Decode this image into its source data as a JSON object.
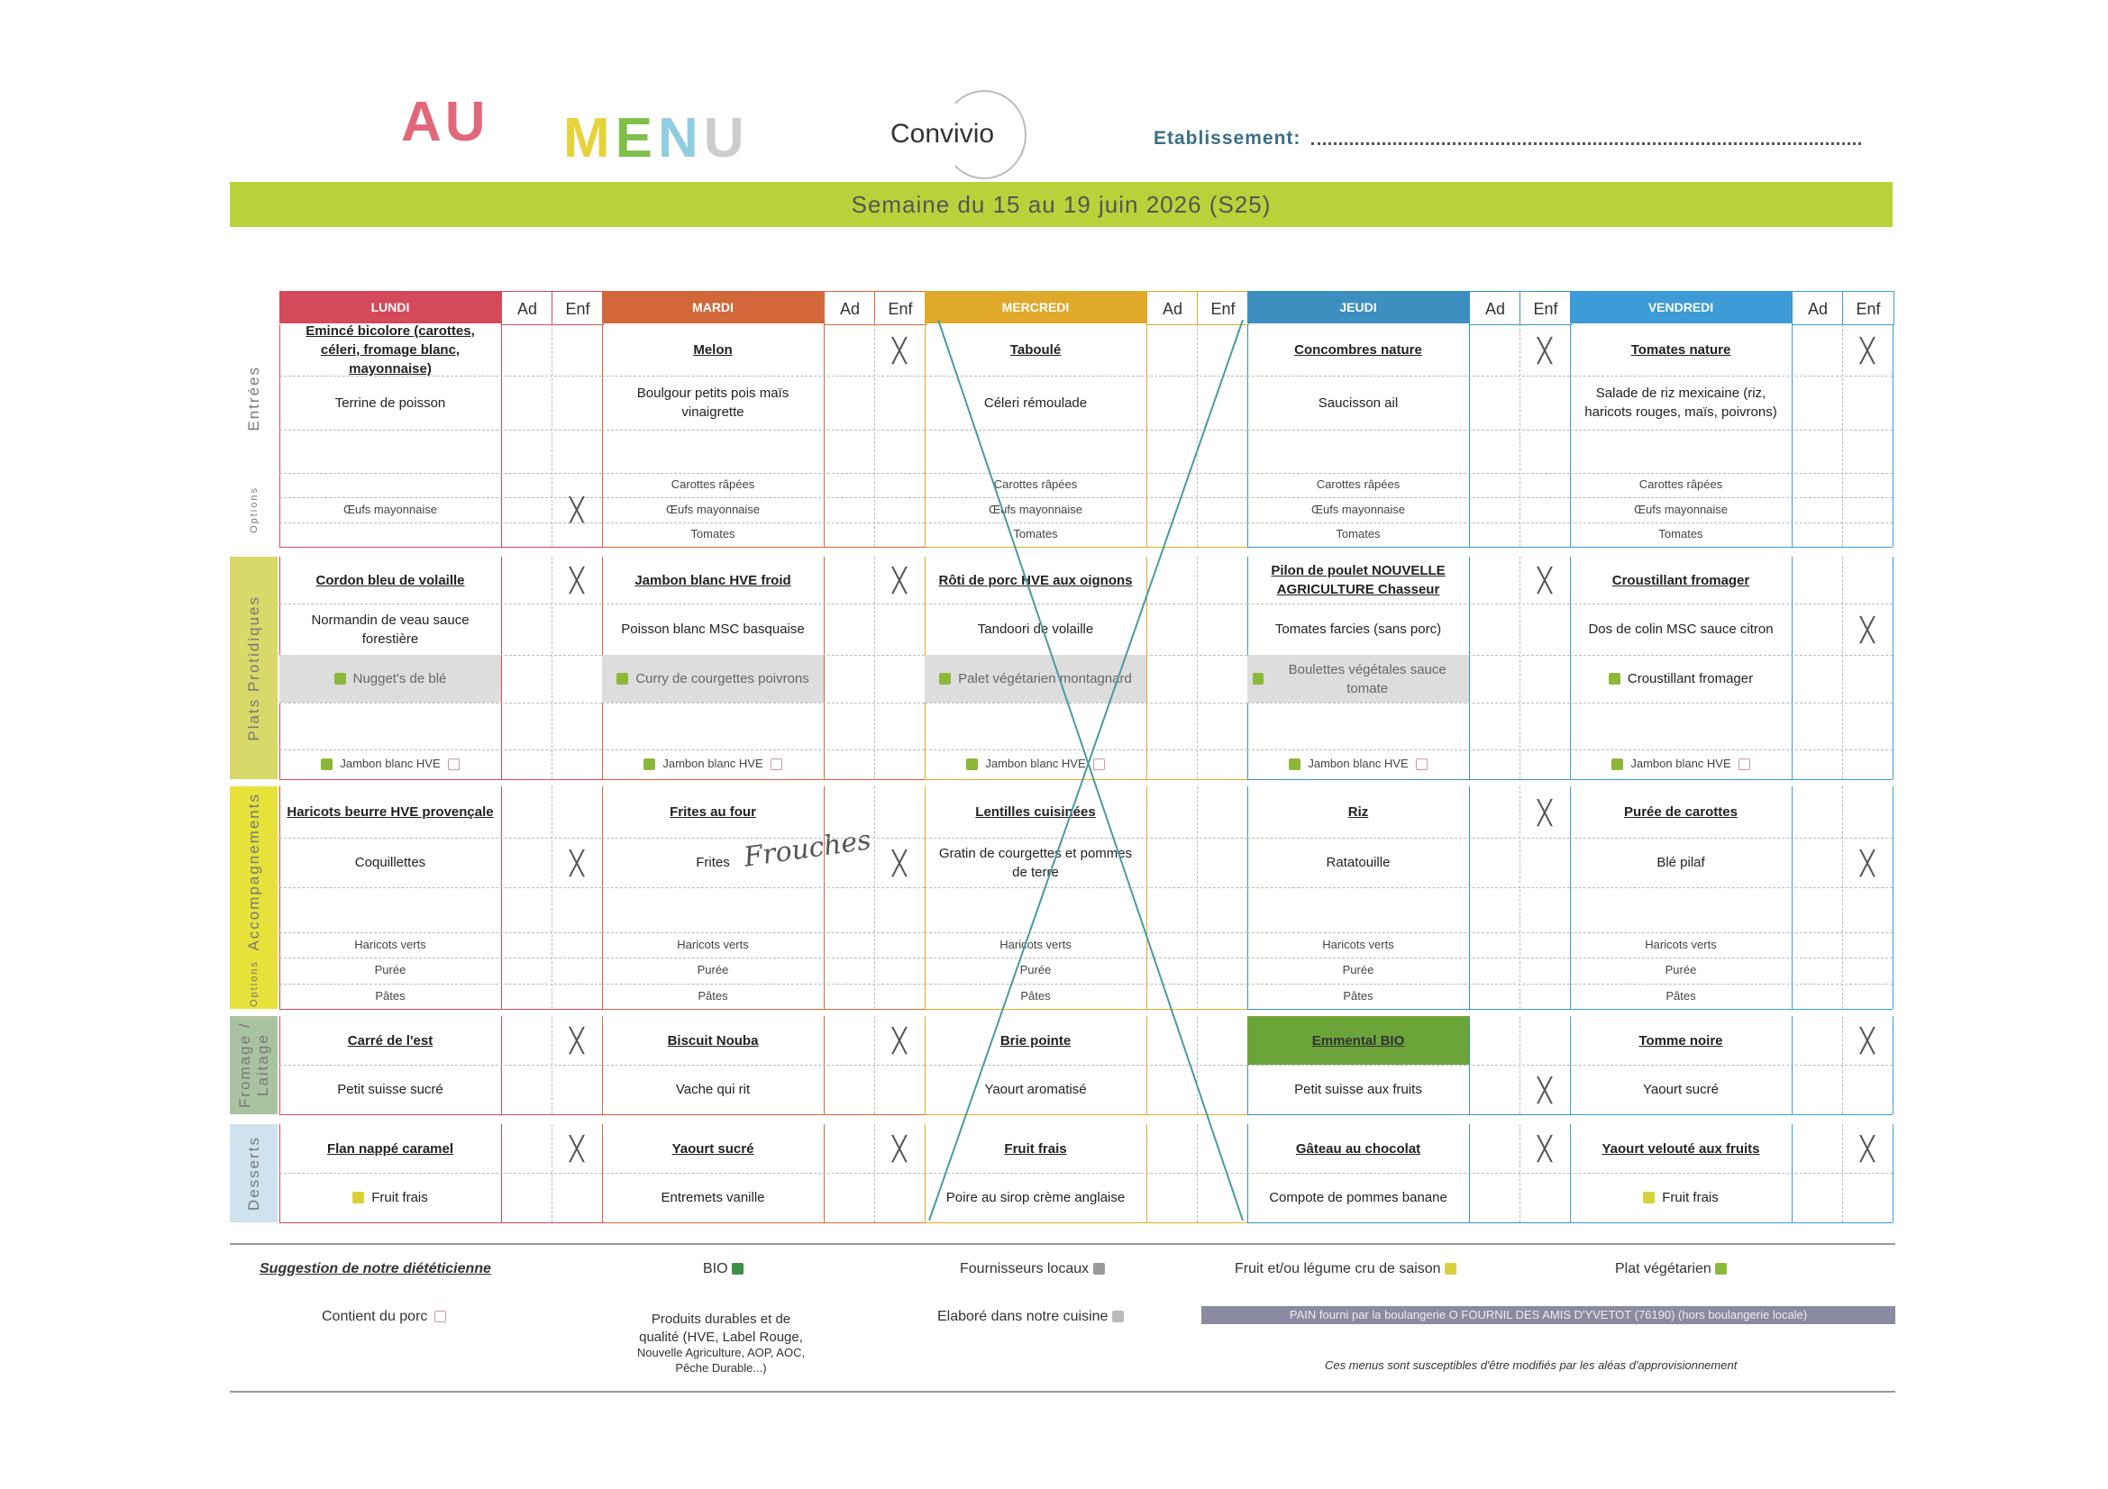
{
  "header": {
    "title_au": "AU",
    "title_menu_letters": [
      "M",
      "E",
      "N",
      "U"
    ],
    "logo_text": "Convivio",
    "establishment_label": "Etablissement:",
    "week": "Semaine du 15 au 19 juin 2026 (S25)"
  },
  "colors": {
    "lundi": "#d54a5a",
    "mardi": "#d2683a",
    "mercredi": "#e0a92a",
    "jeudi": "#3d8fc0",
    "vendredi": "#3d9bd8",
    "band": "#b9d23a"
  },
  "columns": {
    "ad": "Ad",
    "enf": "Enf"
  },
  "sections": {
    "entrees": "Entrées",
    "entrees_options": "Options",
    "plats": "Plats Protidiques",
    "accomp": "Accompagnements",
    "accomp_options": "Options",
    "fromage": "Fromage / Laitage",
    "desserts": "Desserts"
  },
  "days": [
    {
      "name": "LUNDI",
      "color": "#d54a5a",
      "crossed_out": false,
      "entrees": [
        "Emincé bicolore (carottes, céleri, fromage blanc, mayonnaise)",
        "Terrine de poisson",
        "",
        "",
        "Œufs mayonnaise",
        ""
      ],
      "plats": [
        "Cordon bleu de volaille",
        "Normandin de veau sauce forestière",
        "Nugget's de blé",
        "",
        "Jambon blanc HVE"
      ],
      "accomp": [
        "Haricots beurre HVE provençale",
        "Coquillettes",
        "",
        "Haricots verts",
        "Purée",
        "Pâtes"
      ],
      "fromage": [
        "Carré de l'est",
        "Petit suisse sucré"
      ],
      "desserts": [
        "Flan nappé caramel",
        "Fruit frais"
      ],
      "enf_marks": [
        [
          "entrees",
          4
        ],
        [
          "plats",
          0
        ],
        [
          "accomp",
          1
        ],
        [
          "fromage",
          0
        ],
        [
          "desserts",
          0
        ]
      ]
    },
    {
      "name": "MARDI",
      "color": "#d2683a",
      "crossed_out": false,
      "entrees": [
        "Melon",
        "Boulgour petits pois maïs vinaigrette",
        "",
        "Carottes râpées",
        "Œufs mayonnaise",
        "Tomates"
      ],
      "plats": [
        "Jambon blanc HVE froid",
        "Poisson blanc MSC basquaise",
        "Curry de courgettes poivrons",
        "",
        "Jambon blanc HVE"
      ],
      "accomp": [
        "Frites au four",
        "Frites",
        "",
        "Haricots verts",
        "Purée",
        "Pâtes"
      ],
      "fromage": [
        "Biscuit Nouba",
        "Vache qui rit"
      ],
      "desserts": [
        "Yaourt sucré",
        "Entremets vanille"
      ],
      "handwritten_note": "Frouches",
      "enf_marks": [
        [
          "entrees",
          0
        ],
        [
          "plats",
          0
        ],
        [
          "accomp",
          1
        ],
        [
          "fromage",
          0
        ],
        [
          "desserts",
          0
        ]
      ]
    },
    {
      "name": "MERCREDI",
      "color": "#e0a92a",
      "crossed_out": true,
      "entrees": [
        "Taboulé",
        "Céleri rémoulade",
        "",
        "Carottes râpées",
        "Œufs mayonnaise",
        "Tomates"
      ],
      "plats": [
        "Rôti de porc HVE aux oignons",
        "Tandoori de volaille",
        "Palet végétarien montagnard",
        "",
        "Jambon blanc HVE"
      ],
      "accomp": [
        "Lentilles cuisinées",
        "Gratin de courgettes et pommes de terre",
        "",
        "Haricots verts",
        "Purée",
        "Pâtes"
      ],
      "fromage": [
        "Brie pointe",
        "Yaourt aromatisé"
      ],
      "desserts": [
        "Fruit frais",
        "Poire au sirop crème anglaise"
      ],
      "enf_marks": []
    },
    {
      "name": "JEUDI",
      "color": "#3d8fc0",
      "crossed_out": false,
      "entrees": [
        "Concombres nature",
        "Saucisson ail",
        "",
        "Carottes râpées",
        "Œufs mayonnaise",
        "Tomates"
      ],
      "plats": [
        "Pilon de poulet NOUVELLE AGRICULTURE Chasseur",
        "Tomates farcies (sans porc)",
        "Boulettes végétales sauce tomate",
        "",
        "Jambon blanc HVE"
      ],
      "accomp": [
        "Riz",
        "Ratatouille",
        "",
        "Haricots verts",
        "Purée",
        "Pâtes"
      ],
      "fromage": [
        "Emmental BIO",
        "Petit suisse aux fruits"
      ],
      "desserts": [
        "Gâteau au chocolat",
        "Compote de pommes banane"
      ],
      "enf_marks": [
        [
          "entrees",
          0
        ],
        [
          "plats",
          0
        ],
        [
          "accomp",
          0
        ],
        [
          "fromage",
          1
        ],
        [
          "desserts",
          0
        ]
      ]
    },
    {
      "name": "VENDREDI",
      "color": "#3d9bd8",
      "crossed_out": false,
      "entrees": [
        "Tomates nature",
        "Salade de riz mexicaine (riz, haricots rouges, maïs, poivrons)",
        "",
        "Carottes râpées",
        "Œufs mayonnaise",
        "Tomates"
      ],
      "plats": [
        "Croustillant fromager",
        "Dos de colin MSC sauce citron",
        "Croustillant fromager",
        "",
        "Jambon blanc HVE"
      ],
      "accomp": [
        "Purée de carottes",
        "Blé pilaf",
        "",
        "Haricots verts",
        "Purée",
        "Pâtes"
      ],
      "fromage": [
        "Tomme noire",
        "Yaourt sucré"
      ],
      "desserts": [
        "Yaourt velouté aux fruits",
        "Fruit frais"
      ],
      "enf_marks": [
        [
          "entrees",
          0
        ],
        [
          "plats",
          1
        ],
        [
          "accomp",
          1
        ],
        [
          "fromage",
          0
        ],
        [
          "desserts",
          0
        ]
      ]
    }
  ],
  "legend": {
    "suggestion": "Suggestion de notre diététicienne",
    "bio": "BIO",
    "local": "Fournisseurs locaux",
    "fruit": "Fruit et/ou légume cru de saison",
    "veg": "Plat végétarien",
    "pork": "Contient du porc",
    "quality_1": "Produits durables et de",
    "quality_2": "qualité (HVE, Label Rouge,",
    "quality_3": "Nouvelle Agriculture, AOP, AOC,",
    "quality_4": "Pêche Durable...)",
    "homemade": "Elaboré dans notre cuisine",
    "bread": "PAIN fourni par la boulangerie O FOURNIL DES AMIS D'YVETOT (76190) (hors boulangerie locale)",
    "note": "Ces menus sont susceptibles d'être modifiés par les aléas d'approvisionnement"
  }
}
